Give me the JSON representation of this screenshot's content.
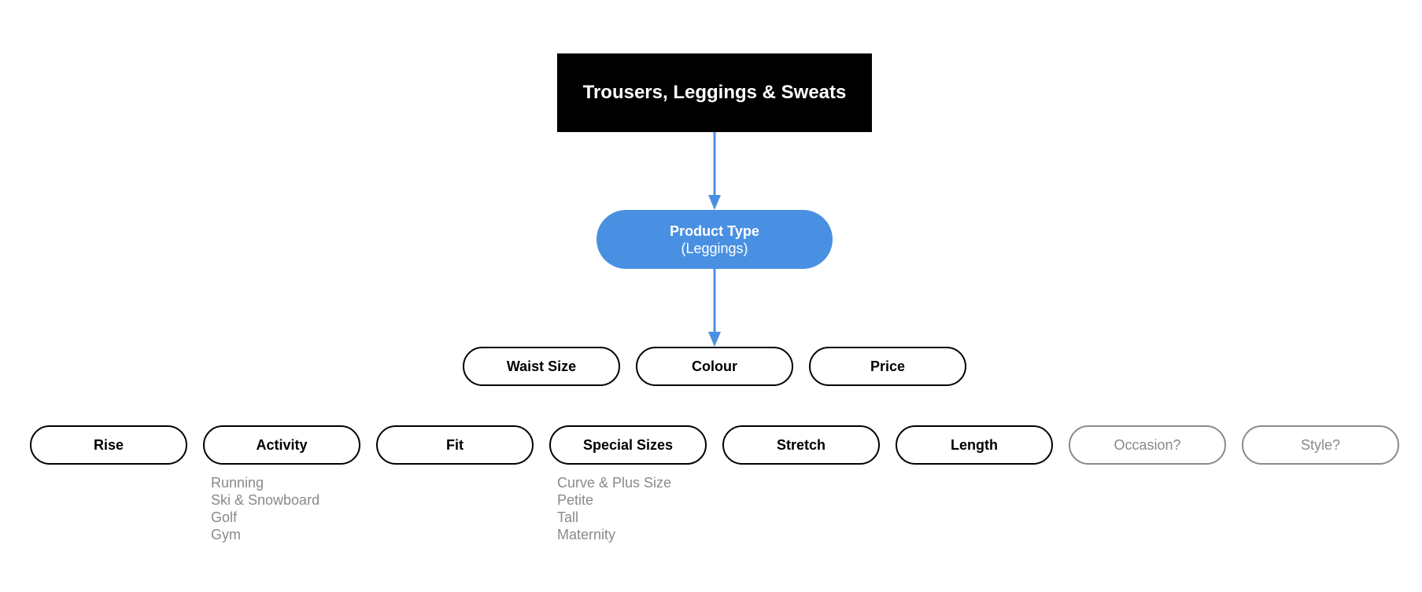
{
  "colors": {
    "accent": "#4a90e2",
    "root_bg": "#000000",
    "muted": "#8a8a8a"
  },
  "root": {
    "label": "Trousers, Leggings & Sweats"
  },
  "product_type": {
    "title": "Product Type",
    "subtitle": "(Leggings)"
  },
  "primary_filters": [
    "Waist Size",
    "Colour",
    "Price"
  ],
  "secondary_filters": [
    {
      "label": "Rise",
      "tentative": false,
      "options": []
    },
    {
      "label": "Activity",
      "tentative": false,
      "options": [
        "Running",
        "Ski & Snowboard",
        "Golf",
        "Gym"
      ]
    },
    {
      "label": "Fit",
      "tentative": false,
      "options": []
    },
    {
      "label": "Special Sizes",
      "tentative": false,
      "options": [
        "Curve & Plus Size",
        "Petite",
        "Tall",
        "Maternity"
      ]
    },
    {
      "label": "Stretch",
      "tentative": false,
      "options": []
    },
    {
      "label": "Length",
      "tentative": false,
      "options": []
    },
    {
      "label": "Occasion?",
      "tentative": true,
      "options": []
    },
    {
      "label": "Style?",
      "tentative": true,
      "options": []
    }
  ]
}
